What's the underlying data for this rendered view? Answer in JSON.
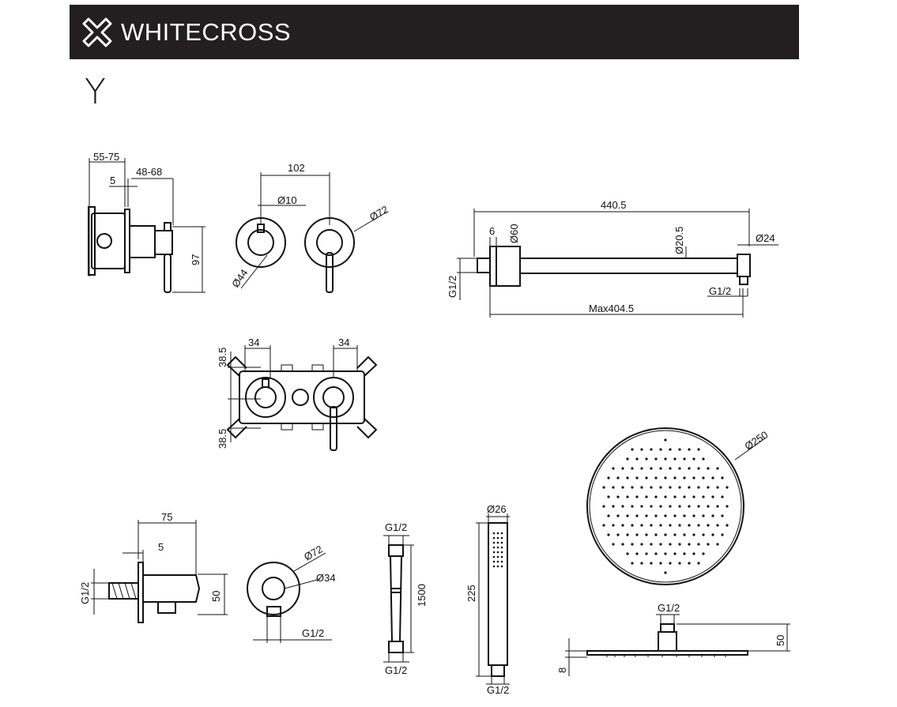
{
  "header": {
    "brand": "WHITECROSS"
  },
  "series_letter": "Y",
  "dimensions": {
    "valve_side": {
      "depth_range": "55-75",
      "wall": "5",
      "projection": "48-68",
      "height": "97"
    },
    "valve_front": {
      "spacing": "102",
      "lever_dia": "Ø10",
      "small_dia": "Ø44",
      "plate_dia": "Ø72"
    },
    "shower_arm": {
      "length": "440.5",
      "flange": "6",
      "flange_dia": "Ø60",
      "tube_dia": "Ø20.5",
      "elbow_dia": "Ø24",
      "thread_left": "G1/2",
      "thread_right": "G1/2",
      "max_length": "Max404.5"
    },
    "box": {
      "left_offset": "34",
      "right_offset": "34",
      "top": "38.5",
      "bottom": "38.5"
    },
    "wall_outlet_side": {
      "length": "75",
      "wall": "5",
      "thread": "G1/2",
      "height": "50"
    },
    "wall_outlet_front": {
      "plate_dia": "Ø72",
      "outlet_dia": "Ø34",
      "thread": "G1/2"
    },
    "hose": {
      "thread_top": "G1/2",
      "length": "1500",
      "thread_bottom": "G1/2"
    },
    "hand_shower": {
      "dia": "Ø26",
      "length": "225",
      "thread": "G1/2"
    },
    "rain_head": {
      "dia": "Ø250",
      "thread": "G1/2",
      "height": "50",
      "thickness": "8"
    }
  }
}
